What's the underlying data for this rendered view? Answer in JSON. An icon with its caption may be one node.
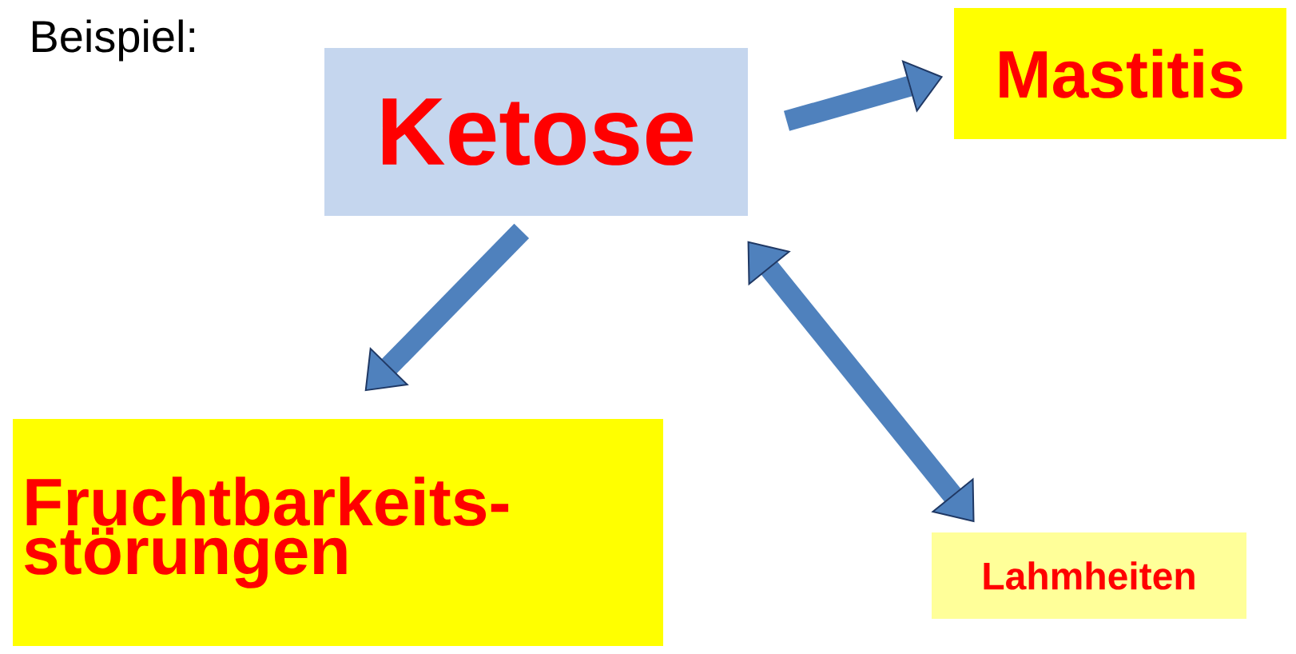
{
  "diagram": {
    "nodes": [
      {
        "text": [
          "Ketose"
        ]
      },
      {
        "text": [
          "Mastitis"
        ]
      },
      {
        "text": [
          "Fruchtbarkeits- störungen"
        ]
      },
      {
        "text": [
          "Lahmheiten"
        ]
      }
    ],
    "edges": [
      {
        "from": 0,
        "to": 1,
        "arrow": "to"
      },
      {
        "from": 0,
        "to": 2,
        "arrow": "to"
      },
      {
        "from": 0,
        "to": 3,
        "arrow": "both"
      }
    ],
    "labels": [
      "Beispiel:"
    ]
  }
}
